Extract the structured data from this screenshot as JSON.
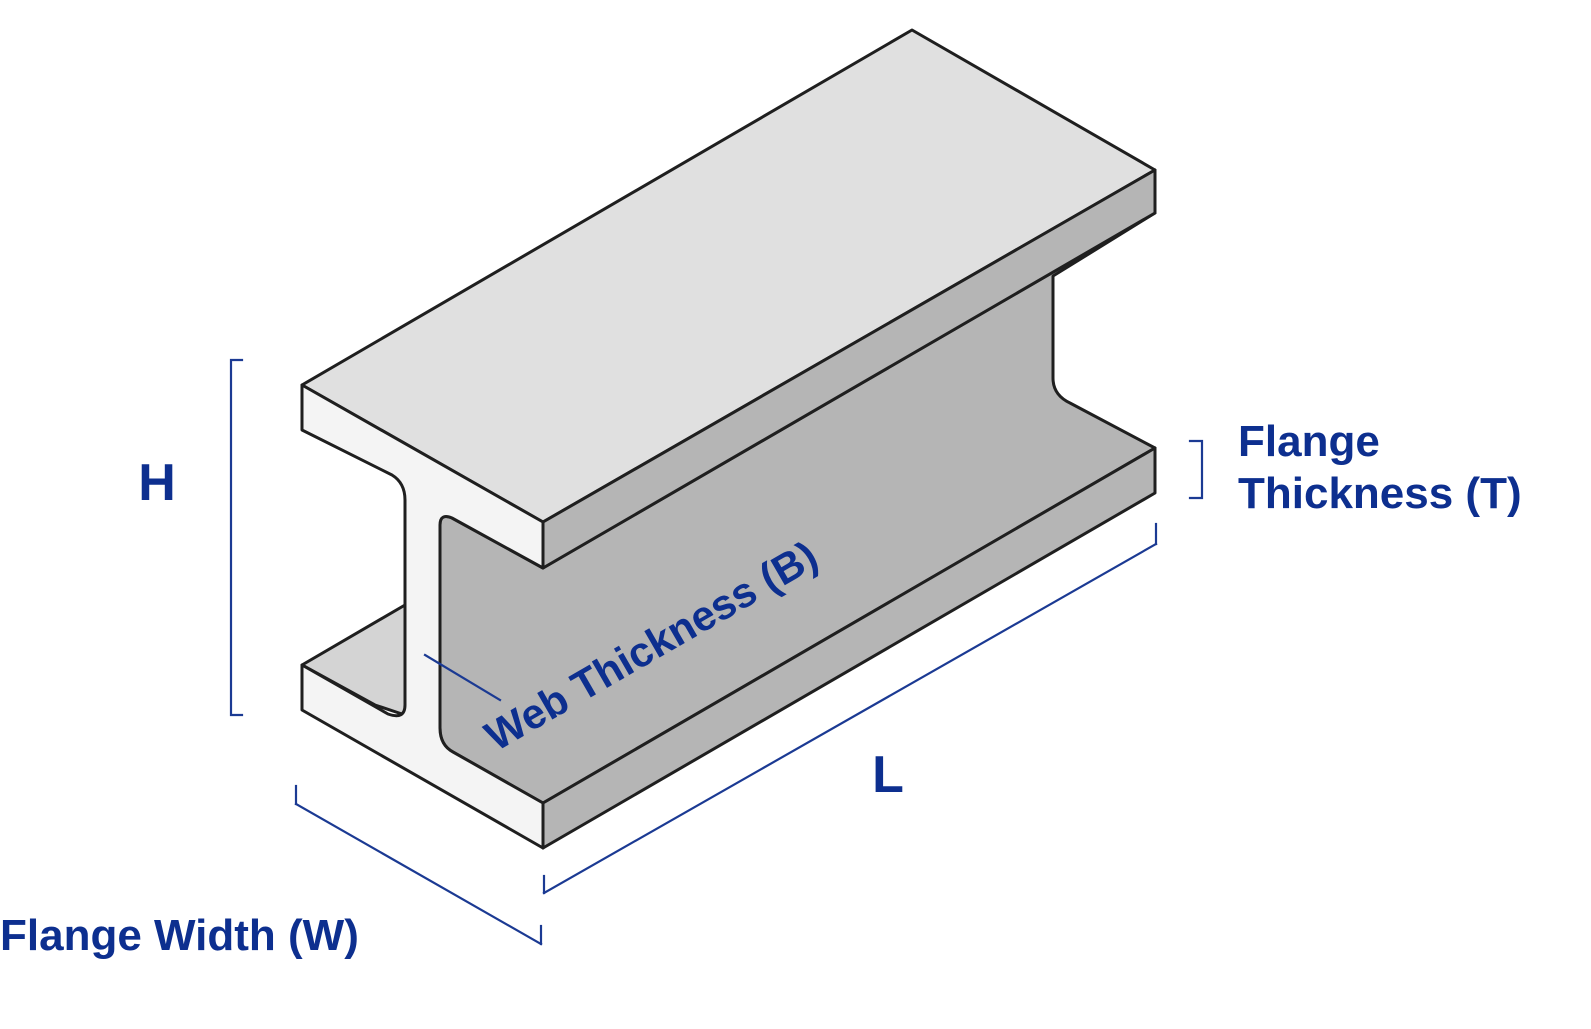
{
  "diagram": {
    "colors": {
      "label": "#0d2f8f",
      "dimension_line": "#1b3a93",
      "outline": "#1f1f1f",
      "top_face": "#e0e0e0",
      "side_face": "#b5b5b5",
      "end_face": "#f4f4f4",
      "bottom_flange_top": "#d4d4d4"
    },
    "labels": {
      "height": "H",
      "length": "L",
      "flange_thickness_line1": "Flange",
      "flange_thickness_line2": "Thickness (T)",
      "web_thickness": "Web Thickness (B)",
      "flange_width": "Flange Width (W)"
    }
  }
}
